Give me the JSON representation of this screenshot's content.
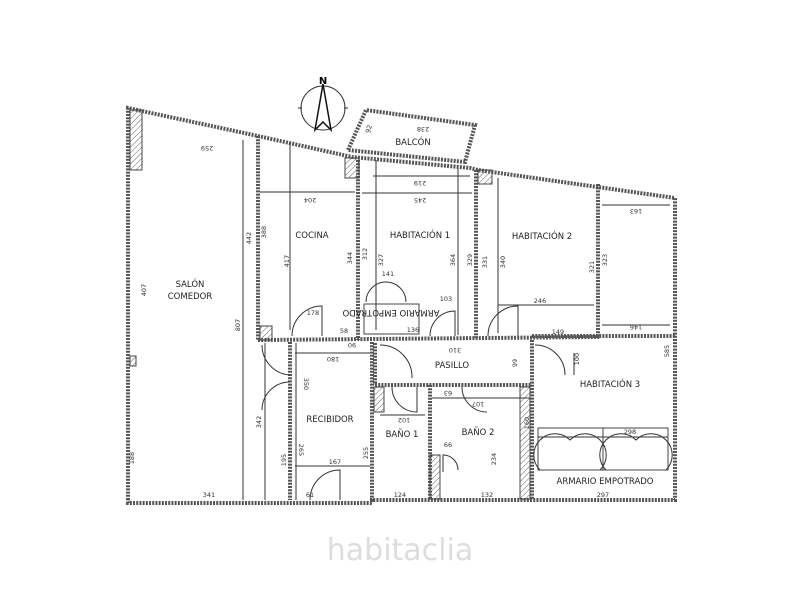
{
  "plan": {
    "north_label": "N",
    "watermark": "habitaclia",
    "rooms": {
      "salon": [
        "SALÓN",
        "COMEDOR"
      ],
      "cocina": "COCINA",
      "habitacion1": "HABITACIÓN 1",
      "habitacion2": "HABITACIÓN 2",
      "habitacion3": "HABITACIÓN 3",
      "balcon": "BALCÓN",
      "pasillo": "PASILLO",
      "recibidor": "RECIBIDOR",
      "bano1": "BAÑO 1",
      "bano2": "BAÑO 2",
      "armario": "ARMARIO EMPOTRADO",
      "armario_pasillo": "ARMARIO EMPOTRADO"
    },
    "dimensions": {
      "salon_width_top": "259",
      "salon_depth": "807",
      "salon_left": "407",
      "salon_bottom": "341",
      "salon_right": "342",
      "salon_lower_left": "188",
      "cocina_width": "204",
      "cocina_height": "417",
      "cocina_left": "388",
      "cocina_wall": "442",
      "cocina_right": "344",
      "cocina_door": "178",
      "cocina_bottom": "58",
      "hab1_width_top": "219",
      "hab1_width": "245",
      "hab1_left": "312",
      "hab1_inner": "327",
      "hab1_right": "364",
      "hab1_right2": "329",
      "hab1_closet": "141",
      "hab1_closet_bottom": "136",
      "hab1_door": "103",
      "hab2_left": "331",
      "hab2_inner": "340",
      "hab2_right": "321",
      "hab2_width": "246",
      "hab2_bottom": "149",
      "hab3_width_top": "163",
      "hab3_width": "146",
      "hab3_right": "323",
      "hab3_depth": "585",
      "hab3_left": "100",
      "armario_width": "298",
      "hab3_bottom": "297",
      "pasillo_width": "310",
      "pasillo_height": "99",
      "recibidor_width": "180",
      "recibidor_top": "90",
      "recibidor_height": "350",
      "recibidor_inner": "265",
      "recibidor_door_width": "167",
      "recibidor_bottom": "61",
      "recibidor_left": "195",
      "bano1_door": "102",
      "bano1_height": "255",
      "bano1_bottom": "124",
      "bano2_top": "63",
      "bano2_door": "107",
      "bano2_right": "160",
      "bano2_height": "234",
      "bano2_bottom": "132",
      "bano2_small": "66",
      "balcon_width": "238",
      "balcon_depth": "92"
    }
  }
}
